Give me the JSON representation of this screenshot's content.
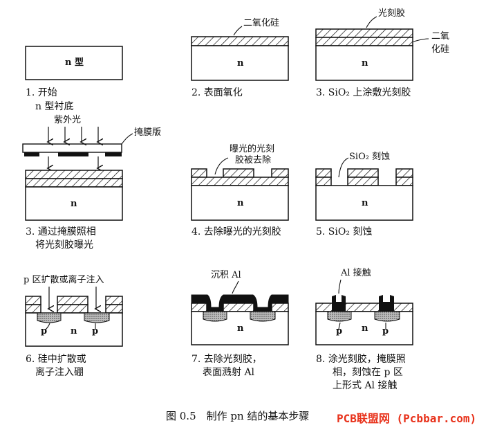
{
  "steps": [
    {
      "id": 1,
      "caption1": "1. 开始",
      "caption2": "n 型衬底",
      "inner": [
        "n 型"
      ],
      "labels": []
    },
    {
      "id": 2,
      "caption1": "2. 表面氧化",
      "inner": [
        "n"
      ],
      "labels": [
        "二氧化硅"
      ]
    },
    {
      "id": 3,
      "caption1": "3. SiO₂ 上涂敷光刻胶",
      "inner": [
        "n"
      ],
      "labels": [
        "光刻胶",
        "二氧",
        "化硅"
      ]
    },
    {
      "id": 4,
      "caption1": "3. 通过掩膜照相",
      "caption2": "将光刻胶曝光",
      "inner": [
        "n"
      ],
      "labels": [
        "紫外光",
        "掩膜版"
      ]
    },
    {
      "id": 5,
      "caption1": "4. 去除曝光的光刻胶",
      "inner": [
        "n"
      ],
      "labels": [
        "曝光的光刻",
        "胶被去除"
      ]
    },
    {
      "id": 6,
      "caption1": "5. SiO₂ 刻蚀",
      "inner": [
        "n"
      ],
      "labels": [
        "SiO₂ 刻蚀"
      ]
    },
    {
      "id": 7,
      "caption1": "6. 硅中扩散或",
      "caption2": "离子注入硼",
      "inner": [
        "p",
        "n",
        "p"
      ],
      "labels": [
        "p 区扩散或离子注入"
      ]
    },
    {
      "id": 8,
      "caption1": "7. 去除光刻胶，",
      "caption2": "表面溅射 Al",
      "inner": [
        "n"
      ],
      "labels": [
        "沉积 Al"
      ]
    },
    {
      "id": 9,
      "caption1": "8. 涂光刻胶，掩膜照",
      "caption2": "相，刻蚀在 p 区",
      "caption3": "上形式 Al 接触",
      "inner": [
        "p",
        "n",
        "p"
      ],
      "labels": [
        "Al 接触"
      ]
    }
  ],
  "figure_caption": "图 0.5　制作 pn 结的基本步骤",
  "watermark": "PCB联盟网 (Pcbbar.com)"
}
